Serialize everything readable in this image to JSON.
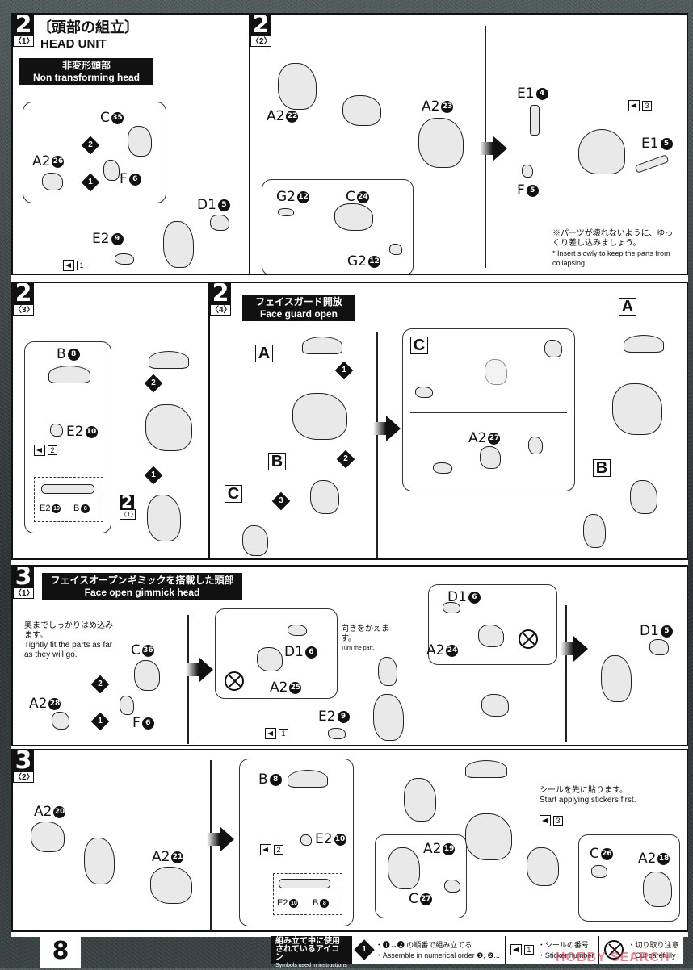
{
  "page_number": "8",
  "sections": {
    "s2_1": {
      "step": "2",
      "substep": "〈1〉",
      "title_jp": "〔頭部の組立〕",
      "title_en": "HEAD UNIT",
      "subtitle_jp": "非変形頭部",
      "subtitle_en": "Non transforming head",
      "parts": {
        "c": "C",
        "c_num": "35",
        "a2": "A2",
        "a2_num": "26",
        "f": "F",
        "f_num": "6",
        "d1": "D1",
        "d1_num": "5",
        "e2": "E2",
        "e2_num": "9"
      },
      "orders": [
        "1",
        "2"
      ],
      "sticker": "1"
    },
    "s2_2": {
      "step": "2",
      "substep": "〈2〉",
      "parts": {
        "a2_left": "A2",
        "a2_left_num": "22",
        "a2_right": "A2",
        "a2_right_num": "23",
        "g2_a": "G2",
        "g2_a_num": "12",
        "c": "C",
        "c_num": "24",
        "g2_b": "G2",
        "g2_b_num": "12"
      }
    },
    "s2_2b": {
      "parts": {
        "e1_a": "E1",
        "e1_a_num": "4",
        "e1_b": "E1",
        "e1_b_num": "5",
        "f": "F",
        "f_num": "5"
      },
      "sticker": "3",
      "note_jp": "※パーツが壊れないように、ゆっくり差し込みましょう。",
      "note_en": "* Insert slowly to keep the parts from collapsing."
    },
    "s2_3": {
      "step": "2",
      "substep": "〈3〉",
      "parts": {
        "b": "B",
        "b_num": "8",
        "e2": "E2",
        "e2_num": "10",
        "ref_step": "2",
        "ref_sub": "〈1〉"
      },
      "sticker": "2",
      "orders": [
        "1",
        "2"
      ],
      "runner_labels": [
        "E2",
        "10",
        "B",
        "8"
      ]
    },
    "s2_4": {
      "step": "2",
      "substep": "〈4〉",
      "title_jp": "フェイスガード開放",
      "title_en": "Face guard open",
      "letters": [
        "A",
        "B",
        "C"
      ],
      "orders": [
        "1",
        "2",
        "3"
      ],
      "detail_letter": "C",
      "detail_part": "A2",
      "detail_part_num": "27"
    },
    "s3_1": {
      "step": "3",
      "substep": "〈1〉",
      "title_jp": "フェイスオープンギミックを搭載した頭部",
      "title_en": "Face open gimmick head",
      "note_jp": "奥までしっかりはめ込みます。",
      "note_en": "Tightly fit the parts as far as they will go.",
      "turn_jp": "向きをかえます。",
      "turn_en": "Turn the part.",
      "parts": {
        "c": "C",
        "c_num": "36",
        "a2": "A2",
        "a2_num": "28",
        "f": "F",
        "f_num": "6",
        "d1_a": "D1",
        "d1_a_num": "6",
        "a2_b": "A2",
        "a2_b_num": "25",
        "d1_b": "D1",
        "d1_b_num": "6",
        "a2_c": "A2",
        "a2_c_num": "24",
        "e2": "E2",
        "e2_num": "9",
        "d1_c": "D1",
        "d1_c_num": "5"
      },
      "orders": [
        "1",
        "2"
      ],
      "sticker": "1"
    },
    "s3_2": {
      "step": "3",
      "substep": "〈2〉",
      "parts": {
        "a2_a": "A2",
        "a2_a_num": "20",
        "a2_b": "A2",
        "a2_b_num": "21",
        "b": "B",
        "b_num": "8",
        "e2": "E2",
        "e2_num": "10",
        "a2_c": "A2",
        "a2_c_num": "19",
        "c_a": "C",
        "c_a_num": "27",
        "c_b": "C",
        "c_b_num": "26",
        "a2_d": "A2",
        "a2_d_num": "18"
      },
      "sticker_a": "2",
      "sticker_b": "3",
      "runner_labels": [
        "E2",
        "10",
        "B",
        "8"
      ],
      "note_jp": "シールを先に貼ります。",
      "note_en": "Start applying stickers first."
    }
  },
  "legend": {
    "header_jp": "組み立て中に使用されているアイコン",
    "header_en": "Symbols used in instructions",
    "order_icon": "1",
    "order_jp": "・❶→❷ の順番で組み立てる",
    "order_en": "・Assemble in numerical order ❶, ❷...",
    "sticker_icon_num": "1",
    "sticker_jp": "・シールの番号",
    "sticker_en": "・Sticker number",
    "cut_jp": "・切り取り注意",
    "cut_en": "・Cut carefully"
  },
  "watermark": "HOBBY SEARCH"
}
